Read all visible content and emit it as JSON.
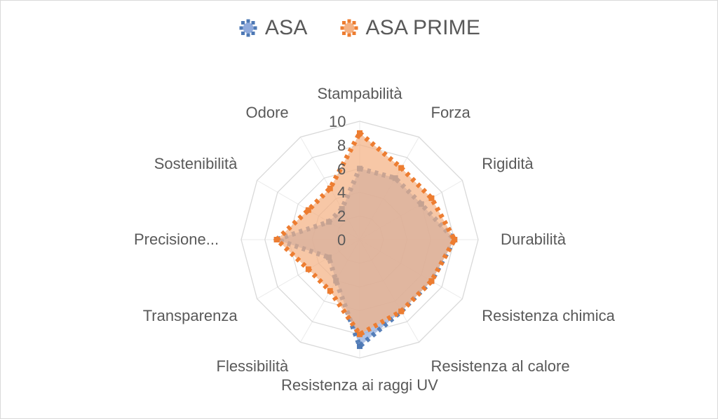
{
  "legend": {
    "position": "top",
    "entries": [
      {
        "label": "ASA",
        "color": "#4e79b5",
        "marker": "dotted-square-marker"
      },
      {
        "label": "ASA PRIME",
        "color": "#ed7d31",
        "marker": "dotted-square-marker"
      }
    ]
  },
  "colors": {
    "series_asa_line": "#4e79b5",
    "series_asa_fill": "#8faadc",
    "series_asa_prime_line": "#ed7d31",
    "series_asa_prime_fill": "#f4b183",
    "gridline": "#d9d9d9",
    "text": "#595959",
    "background": "#ffffff",
    "border": "#d9d9d9"
  },
  "axis": {
    "tick_labels": [
      "0",
      "2",
      "4",
      "6",
      "8",
      "10"
    ],
    "min": 0,
    "max": 10,
    "step": 2
  },
  "chart_data": {
    "type": "radar",
    "title": "",
    "xlabel": "",
    "ylabel": "",
    "ylim": [
      0,
      10
    ],
    "tick_step": 2,
    "grid": true,
    "legend_position": "top",
    "categories": [
      "Stampabilità",
      "Forza",
      "Rigidità",
      "Durabilità",
      "Resistenza chimica",
      "Resistenza al calore",
      "Resistenza ai raggi UV",
      "Flessibilità",
      "Transparenza",
      "Precisione...",
      "Sostenibilità",
      "Odore"
    ],
    "series": [
      {
        "name": "ASA",
        "color": "#4e79b5",
        "fill": "#8faadc",
        "values": [
          6,
          6,
          6,
          8,
          7,
          7,
          9,
          4,
          3,
          7,
          3,
          3
        ]
      },
      {
        "name": "ASA PRIME",
        "color": "#ed7d31",
        "fill": "#f4b183",
        "values": [
          9,
          7,
          7,
          8,
          7,
          7,
          8,
          5,
          5,
          7,
          5,
          5
        ]
      }
    ]
  }
}
